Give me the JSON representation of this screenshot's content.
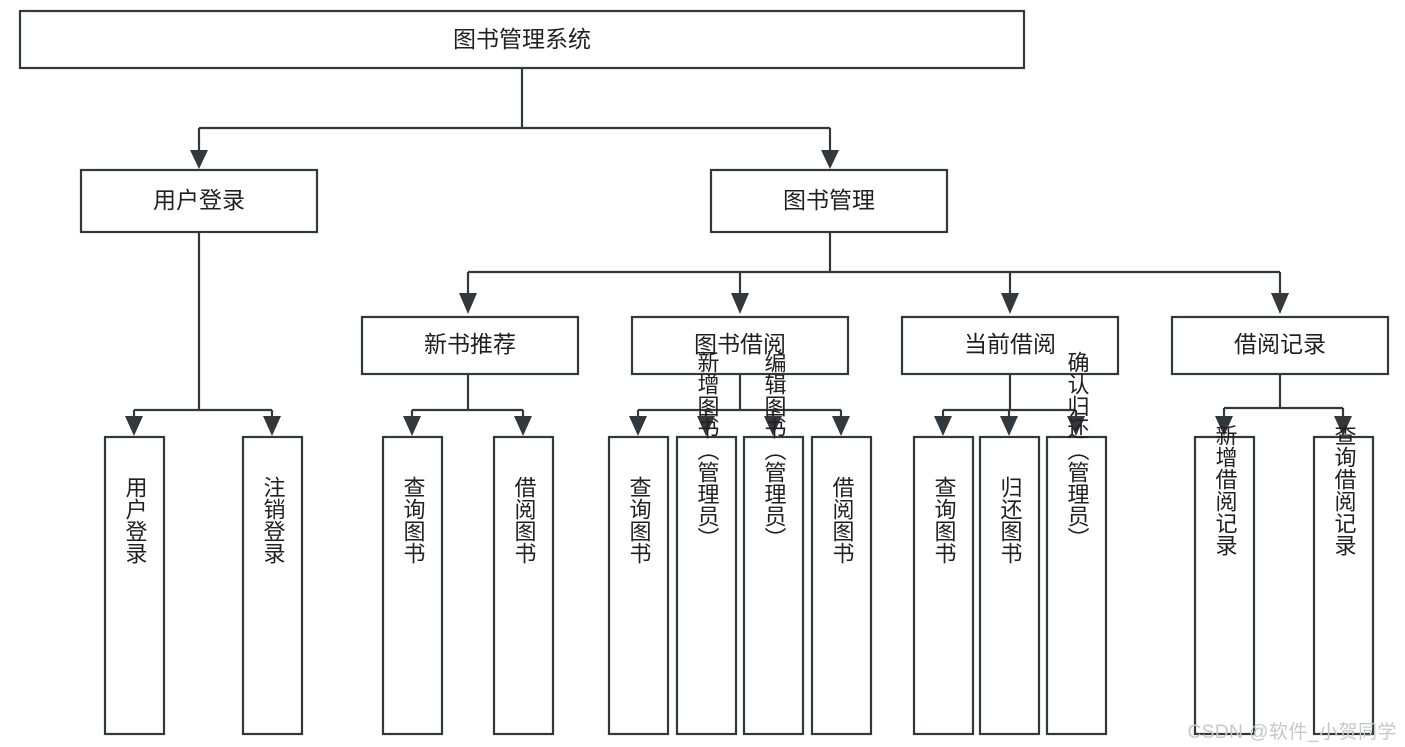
{
  "diagram": {
    "title": "图书管理系统",
    "type": "tree-hierarchy-chart",
    "root": {
      "label": "图书管理系统"
    },
    "level2": [
      {
        "label": "用户登录"
      },
      {
        "label": "图书管理"
      }
    ],
    "level3": [
      {
        "label": "新书推荐"
      },
      {
        "label": "图书借阅"
      },
      {
        "label": "当前借阅"
      },
      {
        "label": "借阅记录"
      }
    ],
    "leaves": {
      "user_login": [
        {
          "label": "用户登录"
        },
        {
          "label": "注销登录"
        }
      ],
      "new_book_recommend": [
        {
          "label": "查询图书"
        },
        {
          "label": "借阅图书"
        }
      ],
      "book_borrow": [
        {
          "label": "查询图书"
        },
        {
          "label": "新增图书（管理员）"
        },
        {
          "label": "编辑图书（管理员）"
        },
        {
          "label": "借阅图书"
        }
      ],
      "current_borrow": [
        {
          "label": "查询图书"
        },
        {
          "label": "归还图书"
        },
        {
          "label": "确认归还（管理员）"
        }
      ],
      "borrow_record": [
        {
          "label": "新增借阅记录"
        },
        {
          "label": "查询借阅记录"
        }
      ]
    }
  },
  "watermark": {
    "text": "CSDN @软件_小贺同学"
  },
  "colors": {
    "box_stroke": "#33383d",
    "box_fill": "#ffffff",
    "text": "#231f20",
    "watermark": "#c8c8c8",
    "background": "#ffffff"
  }
}
